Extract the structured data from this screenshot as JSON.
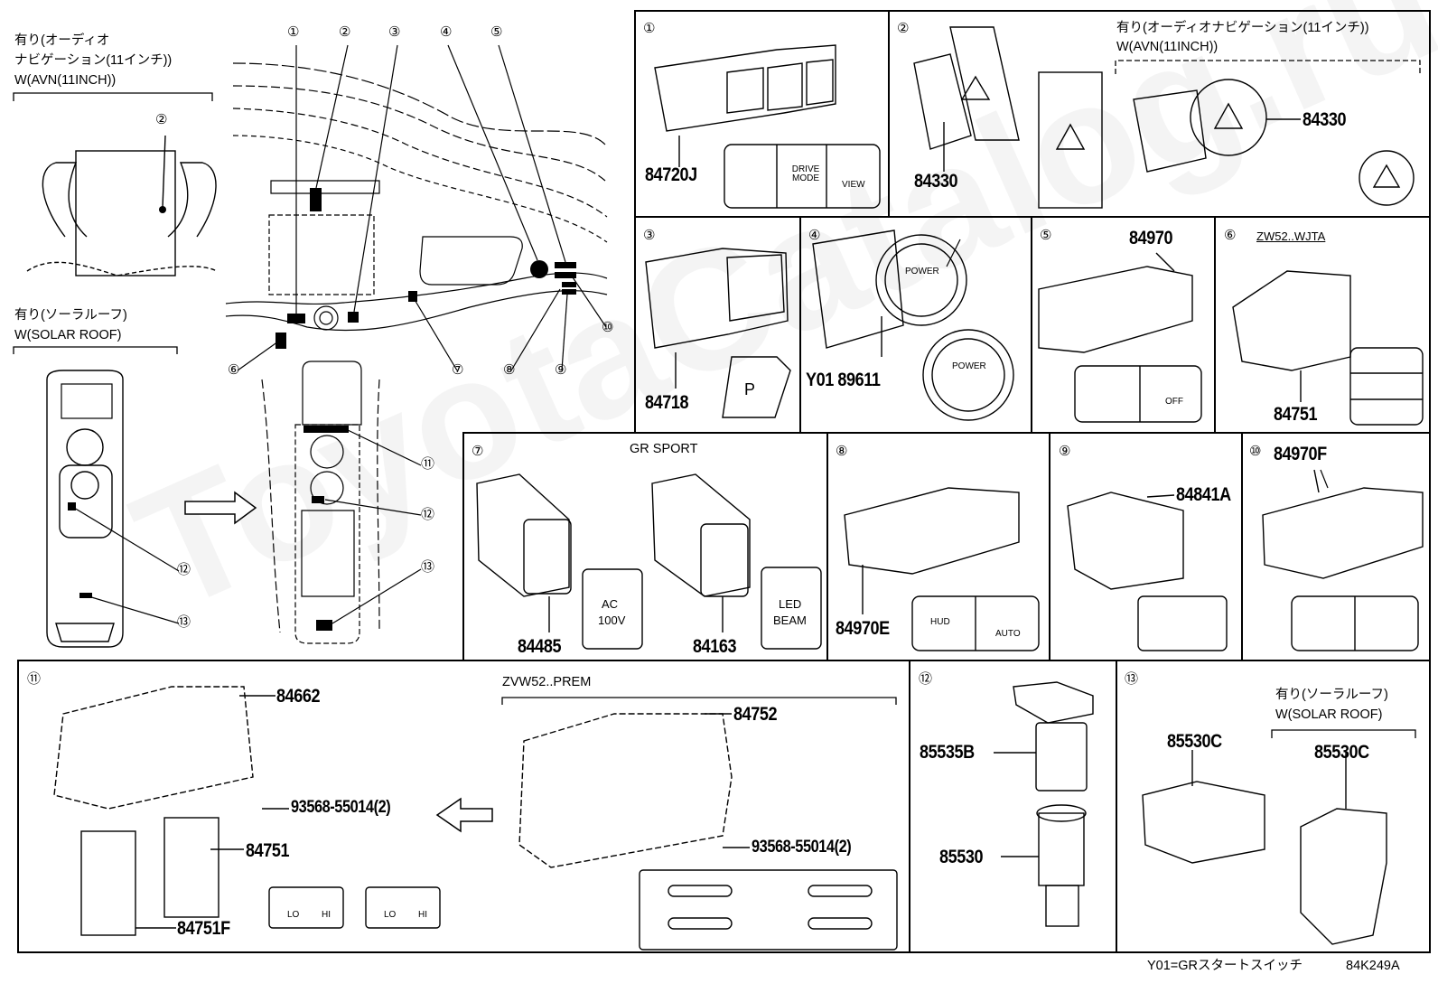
{
  "callouts_main": [
    "①",
    "②",
    "③",
    "④",
    "⑤",
    "⑥",
    "⑦",
    "⑧",
    "⑨",
    "⑩",
    "⑪",
    "⑫",
    "⑬"
  ],
  "left_notes": {
    "avn_jp_1": "有り(オーディオ",
    "avn_jp_2": "ナビゲーション(11インチ))",
    "avn_en": "W(AVN(11INCH))",
    "solar_jp": "有り(ソーラルーフ)",
    "solar_en": "W(SOLAR ROOF)"
  },
  "panels": {
    "p1": {
      "num": "①",
      "part": "84720J",
      "btn_drive": "DRIVE MODE",
      "btn_view": "VIEW"
    },
    "p2": {
      "num": "②",
      "part_a": "84330",
      "part_b": "84330",
      "note_jp": "有り(オーディオナビゲーション(11インチ))",
      "note_en": "W(AVN(11INCH))"
    },
    "p3": {
      "num": "③",
      "part": "84718",
      "btn": "P"
    },
    "p4": {
      "num": "④",
      "part": "Y01 89611",
      "btn": "POWER"
    },
    "p5": {
      "num": "⑤",
      "part": "84970",
      "btn_off": "OFF"
    },
    "p6": {
      "num": "⑥",
      "part": "84751",
      "model": "ZW52..WJTA"
    },
    "p7": {
      "num": "⑦",
      "title": "GR SPORT",
      "part_a": "84485",
      "part_b": "84163",
      "btn_ac": "AC",
      "btn_ac2": "100V",
      "btn_led": "LED",
      "btn_beam": "BEAM"
    },
    "p8": {
      "num": "⑧",
      "part": "84970E",
      "btn_hud": "HUD",
      "btn_auto": "AUTO"
    },
    "p9": {
      "num": "⑨",
      "part": "84841A"
    },
    "p10": {
      "num": "⑩",
      "part": "84970F"
    },
    "p11": {
      "num": "⑪",
      "part_a": "84662",
      "part_b": "84751",
      "part_c": "84751F",
      "screw": "93568-55014(2)",
      "model": "ZVW52..PREM",
      "part_d": "84752",
      "screw_b": "93568-55014(2)",
      "lo": "LO",
      "hi": "HI"
    },
    "p12": {
      "num": "⑫",
      "part_a": "85535B",
      "part_b": "85530"
    },
    "p13": {
      "num": "⑬",
      "part_a": "85530C",
      "part_b": "85530C",
      "note_jp": "有り(ソーラルーフ)",
      "note_en": "W(SOLAR ROOF)"
    }
  },
  "footer": {
    "note": "Y01=GRスタートスイッチ",
    "code": "84K249A"
  },
  "watermark": "ToyotaCatalog.ru"
}
